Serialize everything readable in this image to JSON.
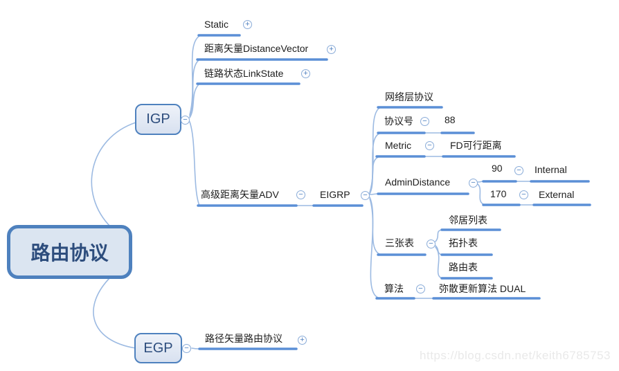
{
  "icons": {
    "plus": "+",
    "minus": "−"
  },
  "colors": {
    "underline": "#5b8fd6",
    "connector": "#9cbae2",
    "box_border": "#4e81be",
    "box_fill": "#dbe5f1",
    "node_text": "#1c1c1c",
    "box_text": "#2d4d7d"
  },
  "watermark": "https://blog.csdn.net/keith6785753",
  "tree": {
    "label": "路由协议",
    "children": [
      {
        "label": "IGP",
        "children": [
          {
            "label": "Static",
            "collapsed": true
          },
          {
            "label": "距离矢量DistanceVector",
            "collapsed": true
          },
          {
            "label": "链路状态LinkState",
            "collapsed": true
          },
          {
            "label": "高级距离矢量ADV",
            "children": [
              {
                "label": "EIGRP",
                "children": [
                  {
                    "label": "网络层协议"
                  },
                  {
                    "label": "协议号",
                    "children": [
                      {
                        "label": "88"
                      }
                    ]
                  },
                  {
                    "label": "Metric",
                    "children": [
                      {
                        "label": "FD可行距离"
                      }
                    ]
                  },
                  {
                    "label": "AdminDistance",
                    "children": [
                      {
                        "label": "90",
                        "children": [
                          {
                            "label": "Internal"
                          }
                        ]
                      },
                      {
                        "label": "170",
                        "children": [
                          {
                            "label": "External"
                          }
                        ]
                      }
                    ]
                  },
                  {
                    "label": "三张表",
                    "children": [
                      {
                        "label": "邻居列表"
                      },
                      {
                        "label": "拓扑表"
                      },
                      {
                        "label": "路由表"
                      }
                    ]
                  },
                  {
                    "label": "算法",
                    "children": [
                      {
                        "label": "弥散更新算法 DUAL"
                      }
                    ]
                  }
                ]
              }
            ]
          }
        ]
      },
      {
        "label": "EGP",
        "children": [
          {
            "label": "路径矢量路由协议",
            "collapsed": true
          }
        ]
      }
    ]
  }
}
